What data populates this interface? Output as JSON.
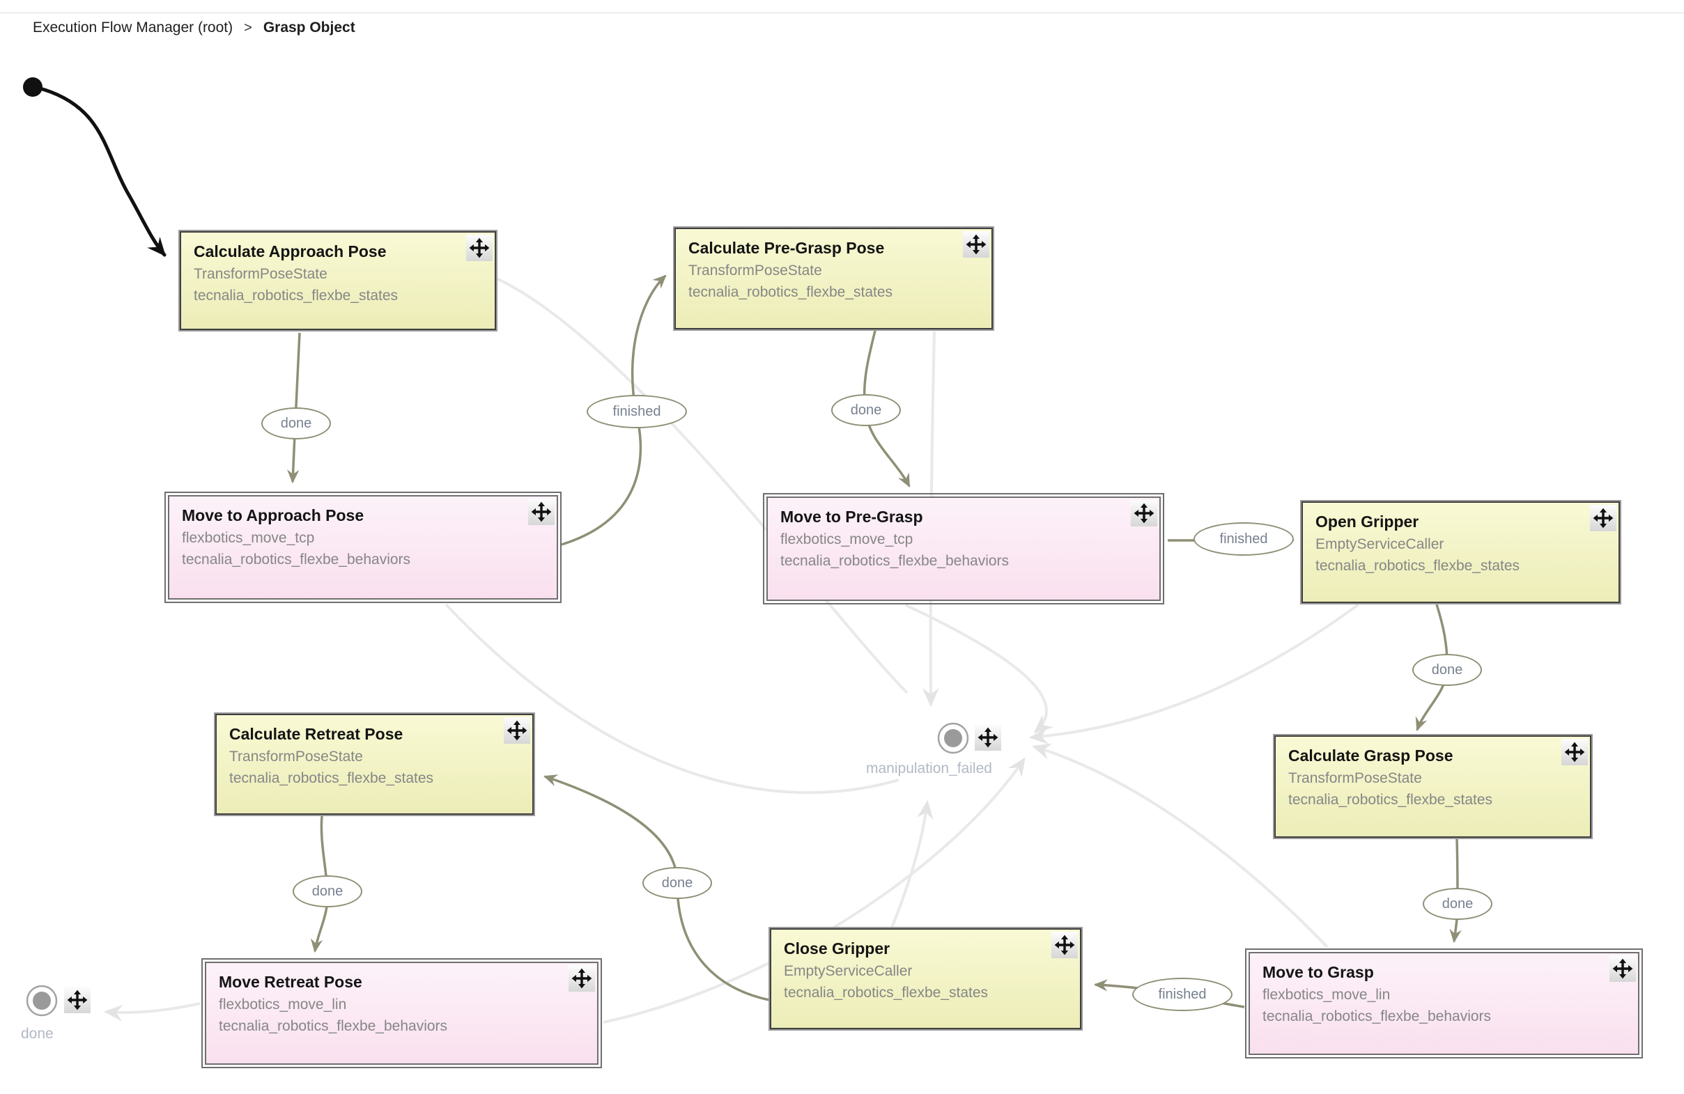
{
  "breadcrumb": {
    "root": "Execution Flow Manager (root)",
    "separator": ">",
    "current": "Grasp Object"
  },
  "diagram": {
    "states": [
      {
        "title": "Calculate Approach Pose",
        "state_class": "TransformPoseState",
        "package": "tecnalia_robotics_flexbe_states",
        "kind": "state"
      },
      {
        "title": "Calculate Pre-Grasp Pose",
        "state_class": "TransformPoseState",
        "package": "tecnalia_robotics_flexbe_states",
        "kind": "state"
      },
      {
        "title": "Move to Approach Pose",
        "state_class": "flexbotics_move_tcp",
        "package": "tecnalia_robotics_flexbe_behaviors",
        "kind": "behavior"
      },
      {
        "title": "Move to Pre-Grasp",
        "state_class": "flexbotics_move_tcp",
        "package": "tecnalia_robotics_flexbe_behaviors",
        "kind": "behavior"
      },
      {
        "title": "Open Gripper",
        "state_class": "EmptyServiceCaller",
        "package": "tecnalia_robotics_flexbe_states",
        "kind": "state"
      },
      {
        "title": "Calculate Retreat Pose",
        "state_class": "TransformPoseState",
        "package": "tecnalia_robotics_flexbe_states",
        "kind": "state"
      },
      {
        "title": "Calculate Grasp Pose",
        "state_class": "TransformPoseState",
        "package": "tecnalia_robotics_flexbe_states",
        "kind": "state"
      },
      {
        "title": "Move Retreat Pose",
        "state_class": "flexbotics_move_lin",
        "package": "tecnalia_robotics_flexbe_behaviors",
        "kind": "behavior"
      },
      {
        "title": "Close Gripper",
        "state_class": "EmptyServiceCaller",
        "package": "tecnalia_robotics_flexbe_states",
        "kind": "state"
      },
      {
        "title": "Move to Grasp",
        "state_class": "flexbotics_move_lin",
        "package": "tecnalia_robotics_flexbe_behaviors",
        "kind": "behavior"
      }
    ],
    "edge_labels": [
      "done",
      "finished",
      "done",
      "finished",
      "done",
      "done",
      "finished",
      "done",
      "done"
    ],
    "outcome_nodes": [
      {
        "label": "manipulation_failed"
      },
      {
        "label": "done"
      }
    ],
    "colors": {
      "state_fill": "#f5f5c6",
      "behavior_fill": "#fbe9f5",
      "edge": "#8f8f76",
      "faint_edge": "#e9e9e9",
      "oval_text": "#77808f",
      "outcome_label": "#b2b9c3"
    }
  }
}
